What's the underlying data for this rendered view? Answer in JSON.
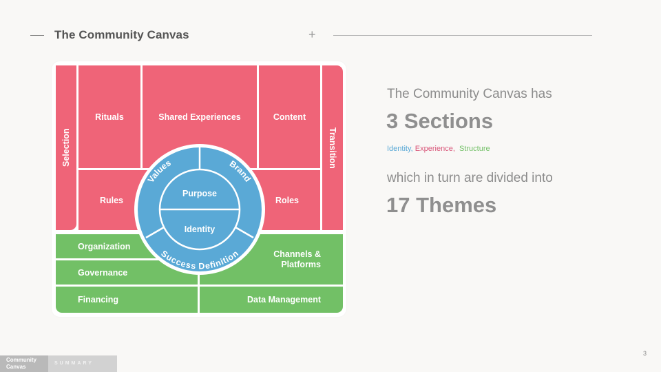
{
  "header": {
    "title": "The Community Canvas",
    "plus_icon": "+"
  },
  "canvas": {
    "colors": {
      "experience": "#ef6478",
      "structure": "#72c066",
      "identity": "#5aa9d6"
    },
    "experience": {
      "selection": "Selection",
      "rituals": "Rituals",
      "shared_experiences": "Shared Experiences",
      "content": "Content",
      "transition": "Transition",
      "rules": "Rules",
      "roles": "Roles"
    },
    "identity": {
      "purpose": "Purpose",
      "identity": "Identity",
      "values": "Values",
      "brand": "Brand",
      "success_definition": "Success Definition"
    },
    "structure": {
      "organization": "Organization",
      "governance": "Governance",
      "financing": "Financing",
      "channels_platforms_line1": "Channels &",
      "channels_platforms_line2": "Platforms",
      "data_management": "Data Management"
    }
  },
  "summary": {
    "intro": "The Community Canvas has",
    "sections": "3 Sections",
    "section_list": [
      {
        "label": "Identity",
        "sep": ", ",
        "color": "#5aa9d6"
      },
      {
        "label": "Experience",
        "sep": ",  ",
        "color": "#d9577a"
      },
      {
        "label": "Structure",
        "sep": "",
        "color": "#72c066"
      }
    ],
    "turn": "which in turn are divided into",
    "themes": "17 Themes"
  },
  "footer": {
    "brand_line1": "Community",
    "brand_line2": "Canvas",
    "section": "SUMMARY",
    "page_number": "3"
  }
}
